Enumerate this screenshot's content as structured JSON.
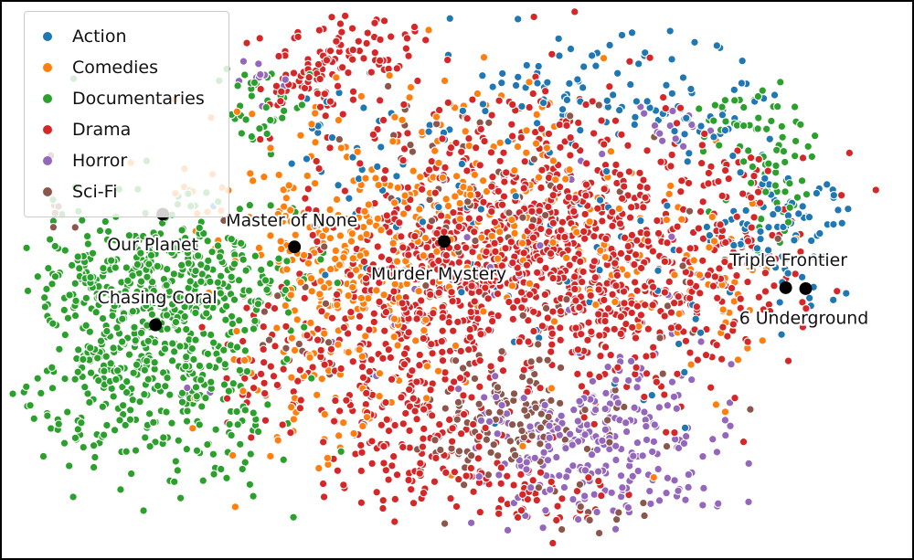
{
  "figure": {
    "background": "#ffffff",
    "border_color": "#000000"
  },
  "legend": {
    "position": "upper-left",
    "items": [
      {
        "label": "Action",
        "color": "#1f77b4"
      },
      {
        "label": "Comedies",
        "color": "#ff7f0e"
      },
      {
        "label": "Documentaries",
        "color": "#2ca02c"
      },
      {
        "label": "Drama",
        "color": "#d62728"
      },
      {
        "label": "Horror",
        "color": "#9467bd"
      },
      {
        "label": "Sci-Fi",
        "color": "#8c564b"
      }
    ]
  },
  "chart_data": {
    "type": "scatter",
    "title": "",
    "xlabel": "",
    "ylabel": "",
    "axes_visible": false,
    "grid": false,
    "legend_position": "upper left",
    "description": "t-SNE style 2D embedding of titles, colored by genre, with six highlighted Netflix titles annotated in black",
    "point_style": {
      "radius": 4.2,
      "edge_color": "#ffffff",
      "edge_width": 1.1
    },
    "highlight_style": {
      "radius": 7,
      "color": "#000000"
    },
    "annotation_style": {
      "font_size": 19,
      "color": "#111111",
      "halo_color": "#ffffff",
      "halo_width": 4
    },
    "bounds": {
      "x_min": 10,
      "x_max": 990,
      "y_min": 10,
      "y_max": 603
    },
    "seed": 1337,
    "series": [
      {
        "name": "Documentaries",
        "color": "#2ca02c",
        "clusters": [
          {
            "cx": 170,
            "cy": 370,
            "sx": 62,
            "sy": 68,
            "n": 520
          },
          {
            "cx": 230,
            "cy": 295,
            "sx": 55,
            "sy": 35,
            "n": 120
          },
          {
            "cx": 110,
            "cy": 300,
            "sx": 40,
            "sy": 35,
            "n": 90
          },
          {
            "cx": 282,
            "cy": 112,
            "sx": 26,
            "sy": 22,
            "n": 35
          },
          {
            "cx": 845,
            "cy": 180,
            "sx": 28,
            "sy": 45,
            "n": 60
          },
          {
            "cx": 800,
            "cy": 128,
            "sx": 22,
            "sy": 18,
            "n": 20
          },
          {
            "cx": 270,
            "cy": 500,
            "sx": 25,
            "sy": 30,
            "n": 18
          },
          {
            "cx": 60,
            "cy": 470,
            "sx": 25,
            "sy": 25,
            "n": 12
          }
        ]
      },
      {
        "name": "Drama",
        "color": "#d62728",
        "clusters": [
          {
            "cx": 590,
            "cy": 255,
            "sx": 115,
            "sy": 72,
            "n": 850
          },
          {
            "cx": 450,
            "cy": 350,
            "sx": 70,
            "sy": 50,
            "n": 220
          },
          {
            "cx": 700,
            "cy": 350,
            "sx": 80,
            "sy": 45,
            "n": 160
          },
          {
            "cx": 390,
            "cy": 58,
            "sx": 45,
            "sy": 22,
            "n": 80
          },
          {
            "cx": 330,
            "cy": 105,
            "sx": 30,
            "sy": 25,
            "n": 40
          },
          {
            "cx": 480,
            "cy": 505,
            "sx": 55,
            "sy": 35,
            "n": 110
          },
          {
            "cx": 590,
            "cy": 550,
            "sx": 40,
            "sy": 22,
            "n": 40
          },
          {
            "cx": 805,
            "cy": 255,
            "sx": 35,
            "sy": 45,
            "n": 70
          },
          {
            "cx": 300,
            "cy": 420,
            "sx": 35,
            "sy": 40,
            "n": 50
          },
          {
            "cx": 420,
            "cy": 445,
            "sx": 40,
            "sy": 30,
            "n": 60
          }
        ]
      },
      {
        "name": "Comedies",
        "color": "#ff7f0e",
        "clusters": [
          {
            "cx": 370,
            "cy": 300,
            "sx": 55,
            "sy": 60,
            "n": 200
          },
          {
            "cx": 500,
            "cy": 230,
            "sx": 85,
            "sy": 55,
            "n": 130
          },
          {
            "cx": 450,
            "cy": 140,
            "sx": 90,
            "sy": 45,
            "n": 50
          },
          {
            "cx": 620,
            "cy": 300,
            "sx": 120,
            "sy": 80,
            "n": 80
          },
          {
            "cx": 350,
            "cy": 460,
            "sx": 60,
            "sy": 40,
            "n": 40
          },
          {
            "cx": 240,
            "cy": 190,
            "sx": 40,
            "sy": 25,
            "n": 20
          },
          {
            "cx": 790,
            "cy": 300,
            "sx": 40,
            "sy": 40,
            "n": 25
          }
        ]
      },
      {
        "name": "Horror",
        "color": "#9467bd",
        "clusters": [
          {
            "cx": 655,
            "cy": 490,
            "sx": 68,
            "sy": 45,
            "n": 260
          },
          {
            "cx": 286,
            "cy": 92,
            "sx": 15,
            "sy": 12,
            "n": 10
          },
          {
            "cx": 735,
            "cy": 140,
            "sx": 18,
            "sy": 15,
            "n": 15
          },
          {
            "cx": 560,
            "cy": 330,
            "sx": 120,
            "sy": 80,
            "n": 30
          },
          {
            "cx": 210,
            "cy": 430,
            "sx": 10,
            "sy": 10,
            "n": 3
          }
        ]
      },
      {
        "name": "Sci-Fi",
        "color": "#8c564b",
        "clusters": [
          {
            "cx": 560,
            "cy": 458,
            "sx": 48,
            "sy": 32,
            "n": 120
          },
          {
            "cx": 620,
            "cy": 300,
            "sx": 130,
            "sy": 85,
            "n": 60
          },
          {
            "cx": 480,
            "cy": 180,
            "sx": 60,
            "sy": 40,
            "n": 25
          },
          {
            "cx": 55,
            "cy": 245,
            "sx": 12,
            "sy": 18,
            "n": 6
          },
          {
            "cx": 640,
            "cy": 555,
            "sx": 30,
            "sy": 15,
            "n": 12
          },
          {
            "cx": 340,
            "cy": 360,
            "sx": 30,
            "sy": 25,
            "n": 12
          }
        ]
      },
      {
        "name": "Action",
        "color": "#1f77b4",
        "clusters": [
          {
            "cx": 640,
            "cy": 88,
            "sx": 100,
            "sy": 32,
            "n": 80
          },
          {
            "cx": 868,
            "cy": 242,
            "sx": 32,
            "sy": 30,
            "n": 60
          },
          {
            "cx": 760,
            "cy": 125,
            "sx": 40,
            "sy": 25,
            "n": 30
          },
          {
            "cx": 600,
            "cy": 280,
            "sx": 150,
            "sy": 90,
            "n": 70
          },
          {
            "cx": 420,
            "cy": 200,
            "sx": 80,
            "sy": 50,
            "n": 25
          },
          {
            "cx": 330,
            "cy": 150,
            "sx": 25,
            "sy": 20,
            "n": 10
          },
          {
            "cx": 890,
            "cy": 320,
            "sx": 25,
            "sy": 25,
            "n": 10
          }
        ]
      }
    ],
    "annotations": [
      {
        "label": "Our Planet",
        "x": 165,
        "y": 274,
        "dot_x": 176,
        "dot_y": 234
      },
      {
        "label": "Master of None",
        "x": 318,
        "y": 247,
        "dot_x": 321,
        "dot_y": 270
      },
      {
        "label": "Murder Mystery",
        "x": 480,
        "y": 306,
        "dot_x": 486,
        "dot_y": 264
      },
      {
        "label": "Chasing Coral",
        "x": 170,
        "y": 332,
        "dot_x": 168,
        "dot_y": 356
      },
      {
        "label": "Triple Frontier",
        "x": 865,
        "y": 291,
        "dot_x": 862,
        "dot_y": 315
      },
      {
        "label": "6 Underground",
        "x": 882,
        "y": 355,
        "dot_x": 884,
        "dot_y": 316
      }
    ]
  }
}
